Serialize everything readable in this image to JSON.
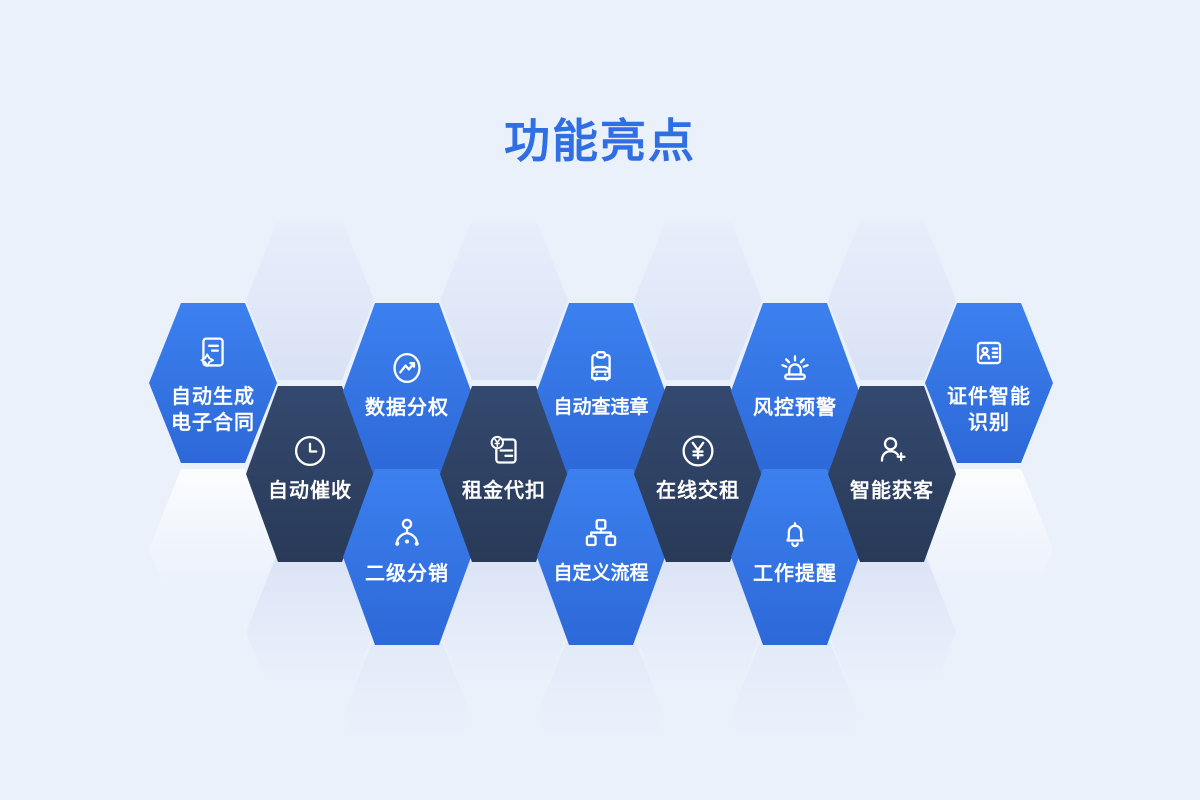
{
  "page": {
    "title": "功能亮点",
    "title_color": "#2f6fe3",
    "background_color": "#ebf1fb"
  },
  "colors": {
    "hex_blue": "#2f6fe3",
    "hex_navy": "#2f4266",
    "label_text": "#ffffff",
    "decor_lavender": "#d8e1f5"
  },
  "features": [
    {
      "id": "auto-contract",
      "label_lines": [
        "自动生成",
        "电子合同"
      ],
      "icon": "contract-icon",
      "variant": "blue",
      "col": 0,
      "row": "top"
    },
    {
      "id": "auto-collect",
      "label_lines": [
        "自动催收"
      ],
      "icon": "clock-icon",
      "variant": "navy",
      "col": 1,
      "row": "mid"
    },
    {
      "id": "data-permission",
      "label_lines": [
        "数据分权"
      ],
      "icon": "trend-circle-icon",
      "variant": "blue",
      "col": 2,
      "row": "top"
    },
    {
      "id": "two-level-distribution",
      "label_lines": [
        "二级分销"
      ],
      "icon": "distribution-icon",
      "variant": "blue",
      "col": 2,
      "row": "bot"
    },
    {
      "id": "rent-withhold",
      "label_lines": [
        "租金代扣"
      ],
      "icon": "yuan-doc-icon",
      "variant": "navy",
      "col": 3,
      "row": "mid"
    },
    {
      "id": "violation-check",
      "label_lines": [
        "自动查违章"
      ],
      "icon": "car-clipboard-icon",
      "variant": "blue",
      "col": 4,
      "row": "top"
    },
    {
      "id": "custom-workflow",
      "label_lines": [
        "自定义流程"
      ],
      "icon": "flowchart-icon",
      "variant": "blue",
      "col": 4,
      "row": "bot"
    },
    {
      "id": "online-rent-pay",
      "label_lines": [
        "在线交租"
      ],
      "icon": "yuan-circle-icon",
      "variant": "navy",
      "col": 5,
      "row": "mid"
    },
    {
      "id": "risk-alert",
      "label_lines": [
        "风控预警"
      ],
      "icon": "siren-icon",
      "variant": "blue",
      "col": 6,
      "row": "top"
    },
    {
      "id": "work-reminder",
      "label_lines": [
        "工作提醒"
      ],
      "icon": "bell-icon",
      "variant": "blue",
      "col": 6,
      "row": "bot"
    },
    {
      "id": "smart-leads",
      "label_lines": [
        "智能获客"
      ],
      "icon": "add-user-icon",
      "variant": "navy",
      "col": 7,
      "row": "mid"
    },
    {
      "id": "id-recognition",
      "label_lines": [
        "证件智能",
        "识别"
      ],
      "icon": "id-card-icon",
      "variant": "blue",
      "col": 8,
      "row": "top"
    }
  ]
}
